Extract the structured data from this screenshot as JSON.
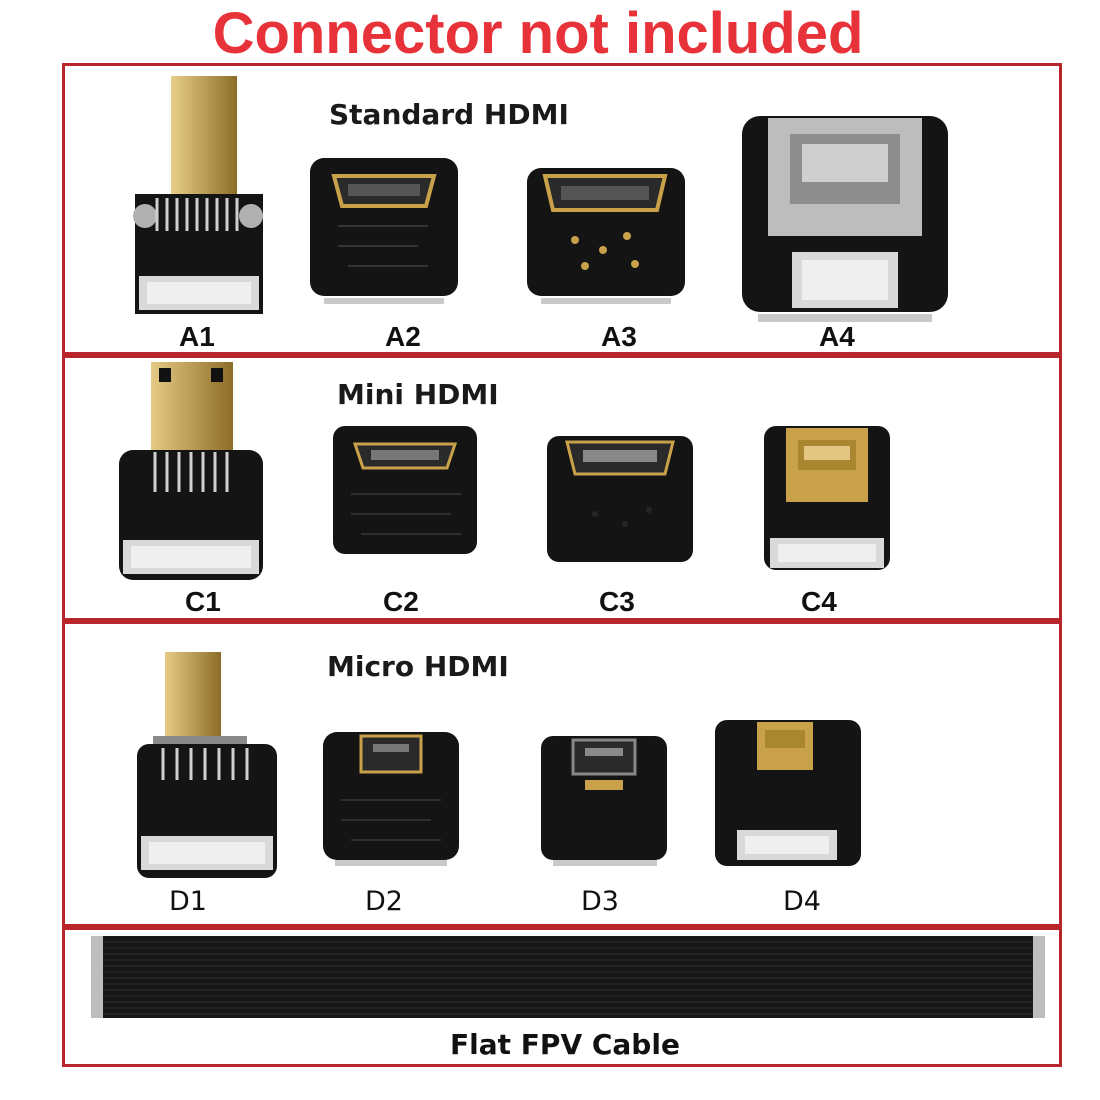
{
  "headline": "Connector not included",
  "sections": {
    "standard": {
      "title": "Standard HDMI",
      "items": [
        "A1",
        "A2",
        "A3",
        "A4"
      ]
    },
    "mini": {
      "title": "Mini HDMI",
      "items": [
        "C1",
        "C2",
        "C3",
        "C4"
      ]
    },
    "micro": {
      "title": "Micro HDMI",
      "items": [
        "D1",
        "D2",
        "D3",
        "D4"
      ]
    },
    "cable": {
      "title": "Flat FPV Cable"
    }
  },
  "colors": {
    "border": "#b8262c",
    "headline": "#e8323a",
    "pcb": "#141414",
    "gold": "#c8a14a",
    "silver": "#b8b8b8"
  }
}
